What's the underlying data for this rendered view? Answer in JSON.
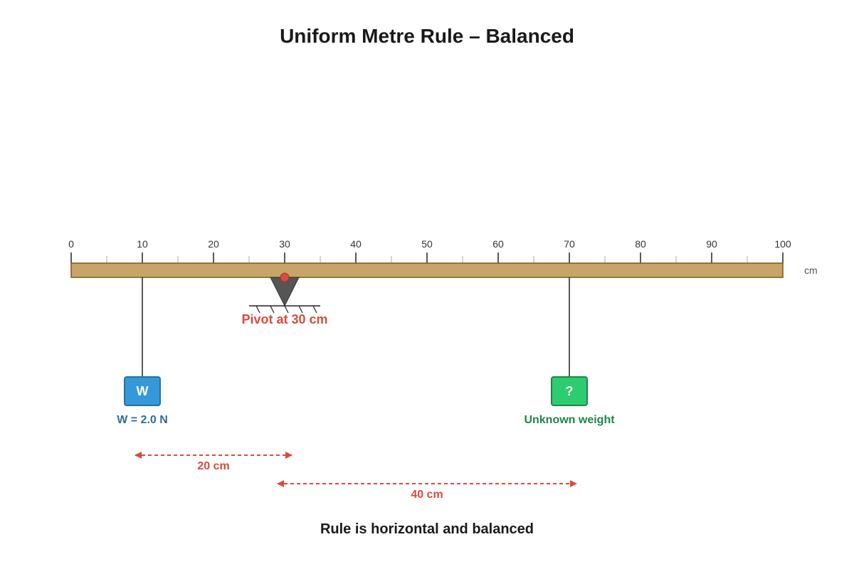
{
  "title": "Uniform Metre Rule – Balanced",
  "ruler": {
    "min": 0,
    "max": 100,
    "major_step": 10,
    "minor_step": 5,
    "unit": "cm",
    "labels": [
      "0",
      "10",
      "20",
      "30",
      "40",
      "50",
      "60",
      "70",
      "80",
      "90",
      "100"
    ],
    "fill_color": "#c8a46a",
    "stroke_color": "#7a5a10"
  },
  "pivot": {
    "position": 30,
    "label": "Pivot at 30 cm",
    "color": "#d94b3b",
    "support_color": "#555555"
  },
  "masses": [
    {
      "id": "w",
      "position": 10,
      "symbol": "W",
      "label": "W = 2.0 N",
      "fill": "#3498db",
      "stroke": "#2471a3",
      "label_color": "#2c6e9b"
    },
    {
      "id": "unknown",
      "position": 70,
      "symbol": "?",
      "label": "Unknown weight",
      "fill": "#2ecc71",
      "stroke": "#1e8449",
      "label_color": "#1e8449"
    }
  ],
  "dimensions": [
    {
      "from": 10,
      "to": 30,
      "label": "20 cm"
    },
    {
      "from": 30,
      "to": 70,
      "label": "40 cm"
    }
  ],
  "dimension_color": "#d94b3b",
  "caption": "Rule is horizontal and balanced"
}
